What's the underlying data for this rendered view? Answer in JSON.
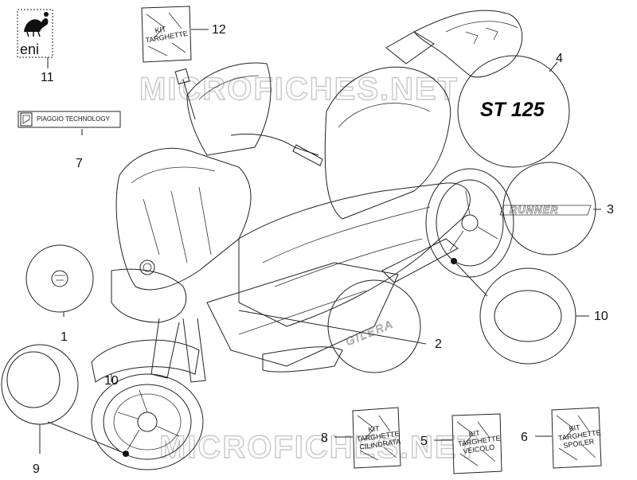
{
  "watermark": {
    "text": "MICROFICHES.NET"
  },
  "decals": {
    "st125": "ST 125",
    "runner": "RUNNER",
    "gilera": "GILERA",
    "piaggio": "PIAGGIO TECHNOLOGY",
    "eni": "eni"
  },
  "kits": {
    "kit12": {
      "line1": "KIT",
      "line2": "TARGHETTE",
      "line3": ""
    },
    "kit8": {
      "line1": "KIT",
      "line2": "TARGHETTE",
      "line3": "CILINDRATA"
    },
    "kit5": {
      "line1": "KIT",
      "line2": "TARGHETTE",
      "line3": "VEICOLO"
    },
    "kit6": {
      "line1": "KIT",
      "line2": "TARGHETTE",
      "line3": "SPOILER"
    }
  },
  "callouts": {
    "c1": "1",
    "c2": "2",
    "c3": "3",
    "c4": "4",
    "c5": "5",
    "c6": "6",
    "c7": "7",
    "c8": "8",
    "c9": "9",
    "c10a": "10",
    "c10b": "10",
    "c11": "11",
    "c12": "12"
  }
}
